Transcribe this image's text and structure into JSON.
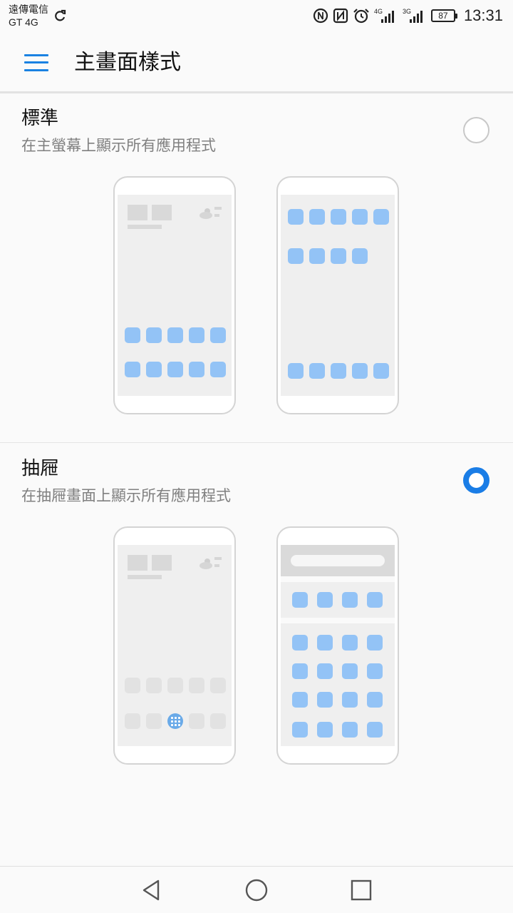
{
  "status_bar": {
    "carrier_name": "遠傳電信",
    "carrier_network": "GT 4G",
    "battery": "87",
    "time": "13:31",
    "icons": [
      "refresh-icon",
      "data-saver-icon",
      "nfc-icon",
      "alarm-icon",
      "signal-4g-icon",
      "signal-3g-icon",
      "battery-icon"
    ],
    "network_labels": {
      "sim1": "4G",
      "sim2": "3G"
    }
  },
  "app_bar": {
    "title": "主畫面樣式",
    "menu_icon": "hamburger-menu-icon"
  },
  "options": [
    {
      "title": "標準",
      "description": "在主螢幕上顯示所有應用程式",
      "selected": false
    },
    {
      "title": "抽屜",
      "description": "在抽屜畫面上顯示所有應用程式",
      "selected": true
    }
  ],
  "nav_bar": {
    "icons": [
      "back-icon",
      "home-icon",
      "recents-icon"
    ]
  },
  "colors": {
    "accent": "#1a7de6",
    "app_icon": "#93c3f6",
    "placeholder": "#d9d9d9",
    "text_secondary": "#808080"
  }
}
